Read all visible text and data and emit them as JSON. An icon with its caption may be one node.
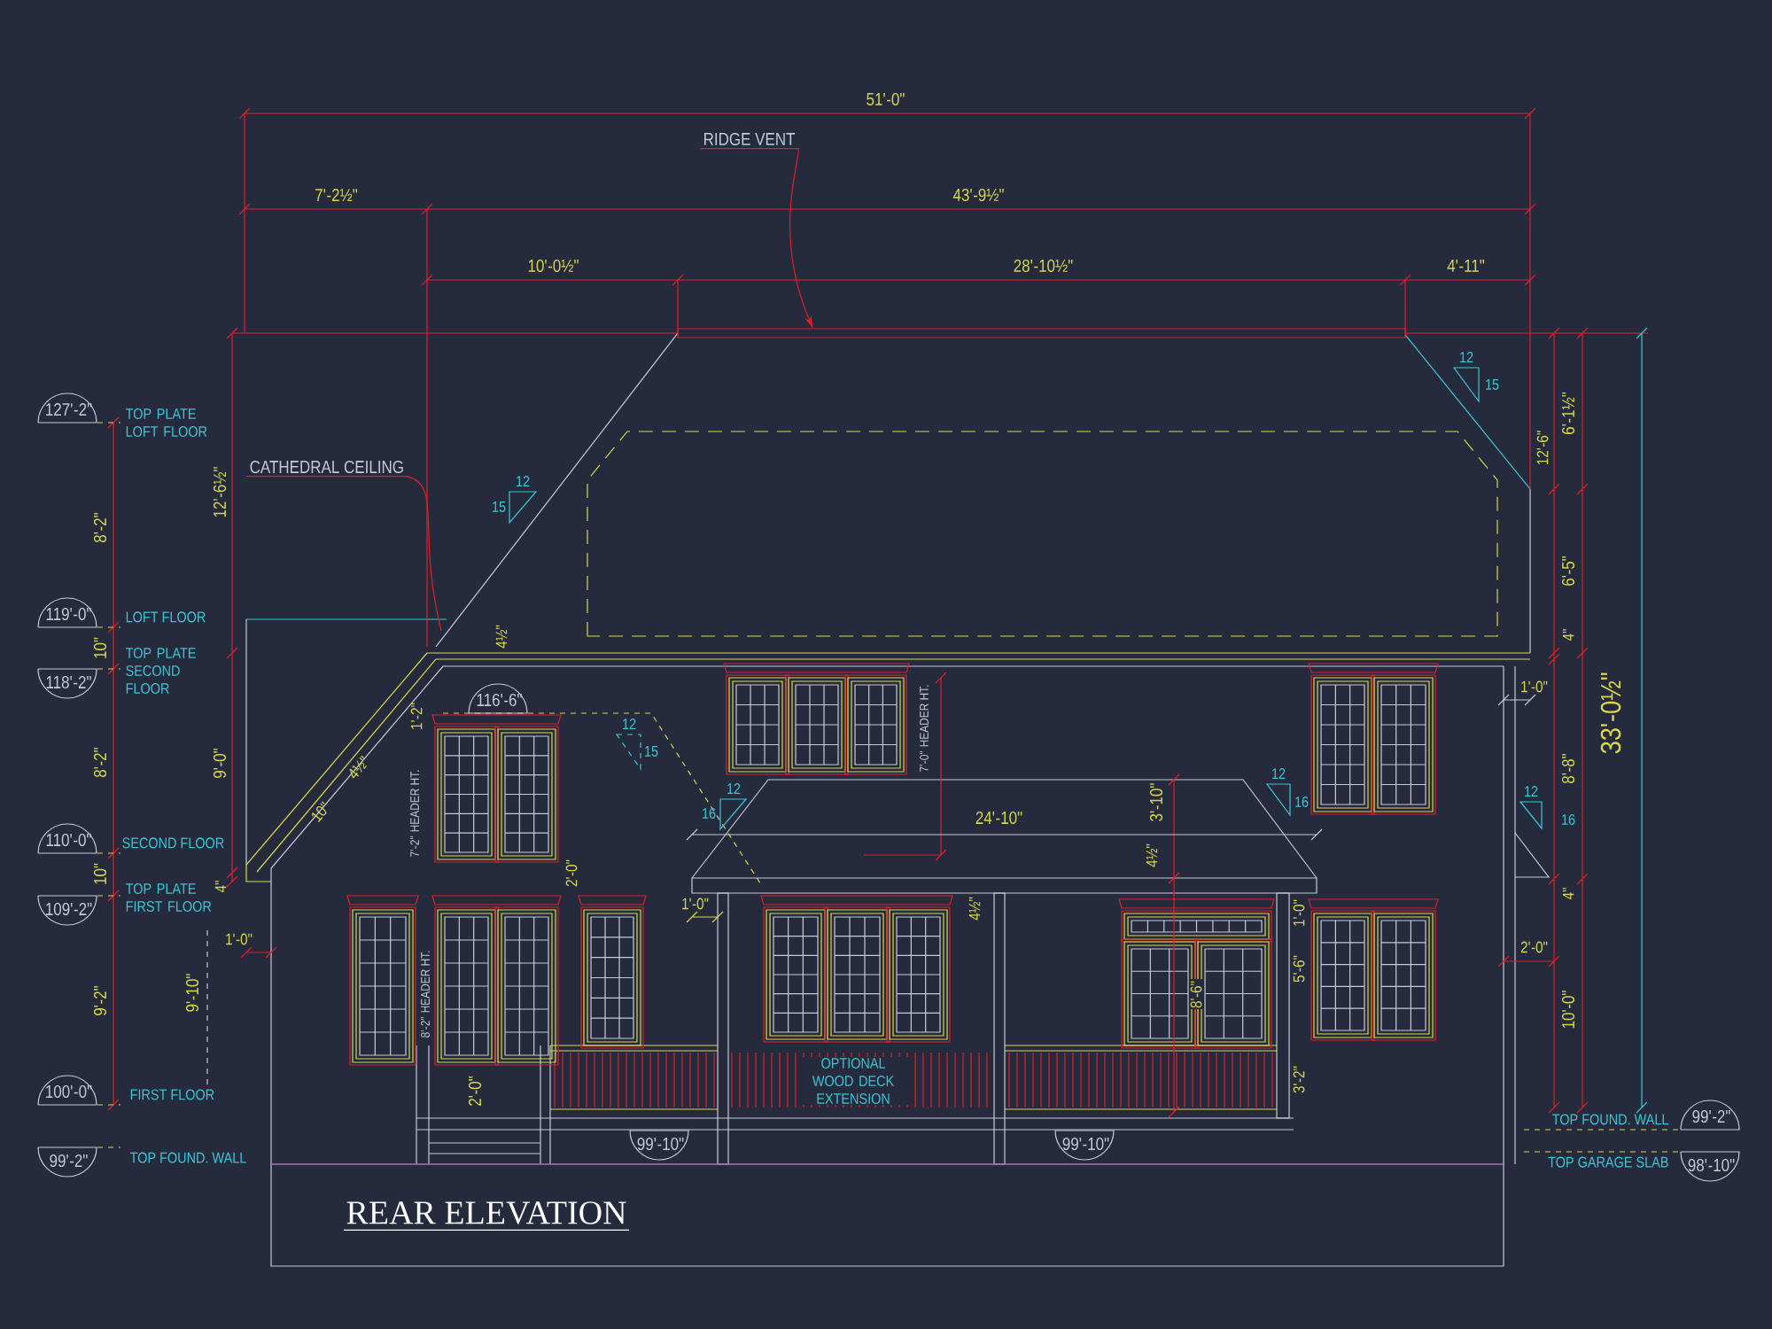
{
  "diagram": {
    "title": "REAR ELEVATION",
    "nodes": [
      {
        "text": [
          "RIDGE VENT"
        ]
      },
      {
        "text": [],
        "shape": "bar"
      },
      {
        "text": [
          "CATHEDRAL CEILING"
        ]
      },
      {
        "text": [
          "127'-2\""
        ],
        "beside": [
          "TOP PLATE LOFT FLOOR"
        ]
      },
      {
        "text": [
          "119'-0\""
        ],
        "beside": [
          "LOFT FLOOR"
        ]
      },
      {
        "text": [
          "118'-2\""
        ],
        "beside": [
          "TOP PLATE SECOND FLOOR"
        ]
      },
      {
        "text": [
          "110'-0\""
        ],
        "beside": [
          "SECOND FLOOR"
        ]
      },
      {
        "text": [
          "109'-2\""
        ],
        "beside": [
          "TOP PLATE FIRST FLOOR"
        ]
      },
      {
        "text": [
          "100'-0\""
        ],
        "beside": [
          "FIRST FLOOR"
        ]
      },
      {
        "text": [
          "99'-2\""
        ],
        "beside": [
          "TOP FOUND. WALL"
        ]
      },
      {
        "text": [
          "116'-6\""
        ]
      },
      {
        "text": [
          "99'-10\""
        ]
      },
      {
        "text": [
          "99'-10\""
        ]
      },
      {
        "text": [
          "99'-2\""
        ],
        "beside": [
          "TOP FOUND. WALL"
        ]
      },
      {
        "text": [
          "98'-10\""
        ],
        "beside": [
          "TOP GARAGE SLAB"
        ]
      }
    ],
    "edges": [
      {
        "from": 0,
        "to": 1,
        "arrow": "to"
      },
      {
        "from": 2,
        "to": null,
        "arrow": "none"
      }
    ],
    "labels": [
      "51'-0\"",
      "7'-2½\"",
      "43'-9½\"",
      "10'-0½\"",
      "28'-10½\"",
      "4'-11\"",
      "12",
      "15",
      "6'-1½\"",
      "12'-6½\"",
      "8'-2\"",
      "12",
      "15",
      "12'-6\"",
      "6'-5\"",
      "10\"",
      "4½\"",
      "4\"",
      "1'-2\"",
      "1'-0\"",
      "12",
      "15",
      "8'-2\"",
      "9'-0\"",
      "4½\"",
      "10\"",
      "7'-2\" HEADER HT.",
      "12",
      "16",
      "7'-0\" HEADER HT.",
      "8'-8\"",
      "12",
      "16",
      "12",
      "24'-10\"",
      "16",
      "3'-10\"",
      "10\"",
      "2'-0\"",
      "4\"",
      "4½\"",
      "4½\"",
      "4\"",
      "1'-0\"",
      "1'-0\"",
      "1'-0\"",
      "2'-0\"",
      "33'-0½\"",
      "5'-6\"",
      "9'-2\"",
      "9'-10\"",
      "8'-2\" HEADER HT.",
      "8'-6\"",
      "10'-0\"",
      "OPTIONAL WOOD DECK EXTENSION",
      "2'-0\"",
      "3'-2\""
    ]
  }
}
